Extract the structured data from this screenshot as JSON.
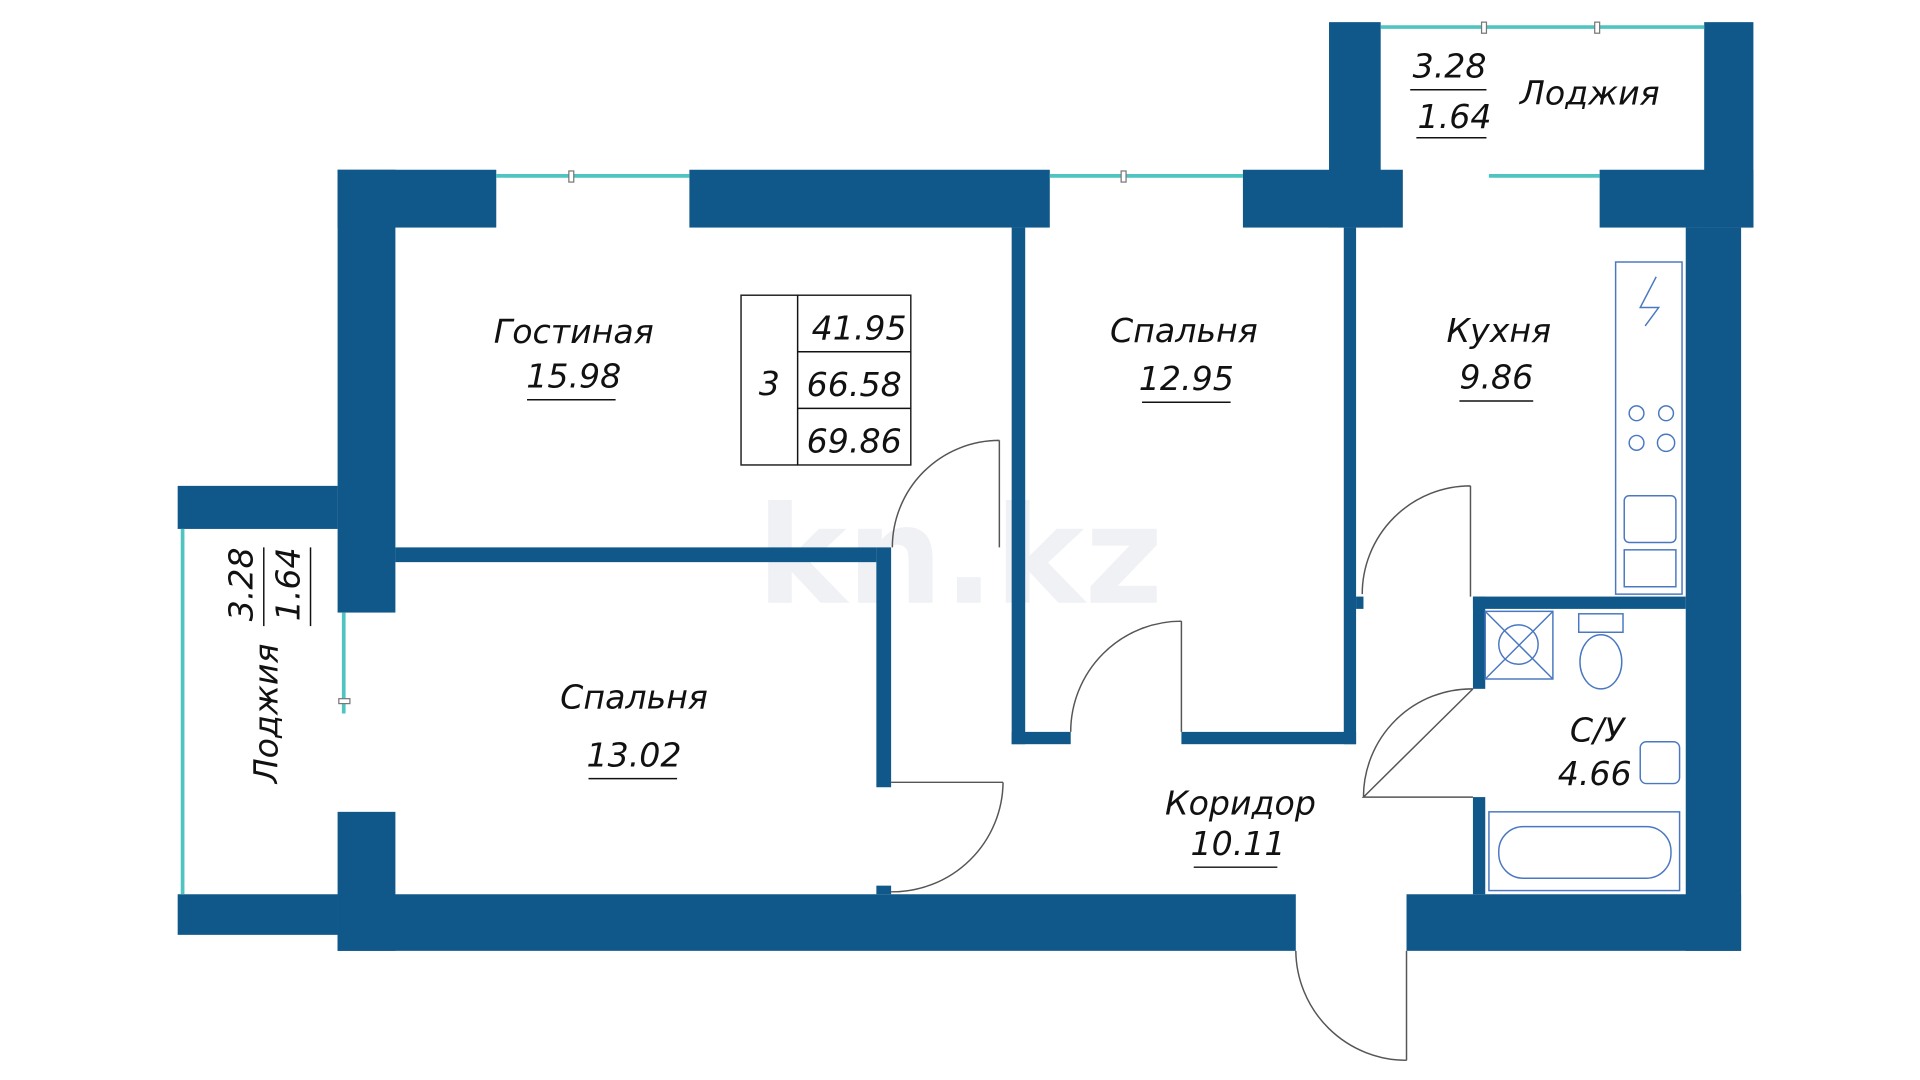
{
  "watermark": "kn.kz",
  "summary": {
    "rooms": "3",
    "living_area": "41.95",
    "total_area": "66.58",
    "total_with_loggia": "69.86"
  },
  "rooms": {
    "living": {
      "name": "Гостиная",
      "area": "15.98"
    },
    "bedroom1": {
      "name": "Спальня",
      "area": "13.02"
    },
    "bedroom2": {
      "name": "Спальня",
      "area": "12.95"
    },
    "kitchen": {
      "name": "Кухня",
      "area": "9.86"
    },
    "corridor": {
      "name": "Коридор",
      "area": "10.11"
    },
    "bathroom": {
      "name": "С/У",
      "area": "4.66"
    },
    "loggia_top": {
      "name": "Лоджия",
      "area": "3.28",
      "reduced_area": "1.64"
    },
    "loggia_left": {
      "name": "Лоджия",
      "area": "3.28",
      "reduced_area": "1.64"
    }
  },
  "colors": {
    "wall": "#10588a",
    "window": "#4fc4c0",
    "fixture": "#4a78c0"
  }
}
